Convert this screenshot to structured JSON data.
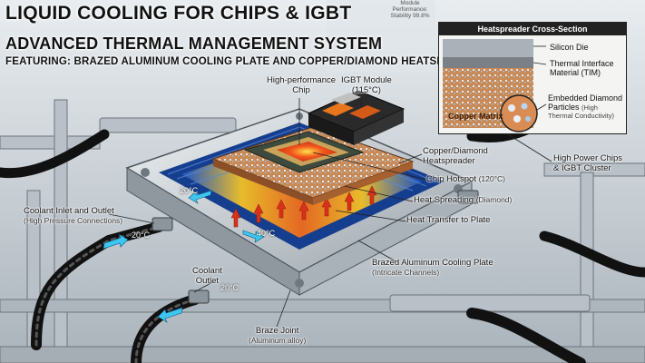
{
  "title": "LIQUID COOLING FOR CHIPS & IGBT",
  "subtitle": "ADVANCED THERMAL MANAGEMENT SYSTEM",
  "featuring": "FEATURING: BRAZED ALUMINUM COOLING PLATE AND COPPER/DIAMOND HEATSPREADER",
  "monitor": {
    "line1": "Module",
    "line2": "Performance:",
    "line3": "Stability 99.8%"
  },
  "inset": {
    "title": "Heatspreader Cross-Section",
    "silicon_die": "Silicon Die",
    "tim_line1": "Thermal Interface",
    "tim_line2": "Material (TIM)",
    "copper_matrix": "Copper Matrix",
    "diamond_line1": "Embedded Diamond",
    "diamond_line2": "Particles",
    "diamond_sub1": "(High",
    "diamond_sub2": "Thermal Conductivity)"
  },
  "labels": {
    "hp_chip_1": "High-performance",
    "hp_chip_2": "Chip",
    "igbt_1": "IGBT Module",
    "igbt_2": "(115°C)",
    "cu_dia_1": "Copper/Diamond",
    "cu_dia_2": "Heatspreader",
    "hotspot": "Chip Hotspot",
    "hotspot_temp": "(120°C)",
    "spreading": "Heat Spreading",
    "spreading_sub": "(Diamond)",
    "transfer": "Heat Transfer to Plate",
    "hp_cluster_1": "High Power Chips",
    "hp_cluster_2": "& IGBT Cluster",
    "inlet_1": "Coolant Inlet and Outlet",
    "inlet_2": "(High Pressure Connections)",
    "plate_1": "Brazed Aluminum Cooling Plate",
    "plate_2": "(Intricate Channels)",
    "outlet_1": "Coolant",
    "outlet_2": "Outlet",
    "braze_1": "Braze Joint",
    "braze_2": "(Aluminum alloy)"
  },
  "temps": {
    "t_top": "20°C",
    "t_inlet": "20°C",
    "t_mid": "40°C",
    "t_outlet": "20°C"
  },
  "colors": {
    "hot": "#e8401a",
    "warm": "#f4a21c",
    "cool": "#2d6fd6",
    "aluminum": "#c9ced3",
    "copper": "#b8683a"
  }
}
